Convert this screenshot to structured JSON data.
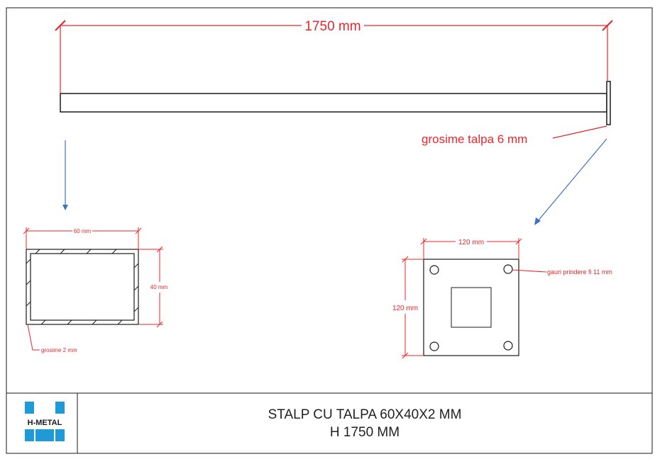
{
  "dimensions": {
    "total_length": "1750 mm",
    "base_thickness": "grosime talpa 6 mm",
    "tube_width": "60 mm",
    "tube_height": "40 mm",
    "wall_thickness": "grosime 2 mm",
    "plate_width": "120 mm",
    "plate_height": "120 mm",
    "holes": "gauri prindere fi 11 mm"
  },
  "title_block": {
    "line1": "STALP CU TALPA 60X40X2 MM",
    "line2": "H 1750 MM",
    "logo_text": "H-METAL"
  },
  "colors": {
    "dimension": "#e8262d",
    "arrow": "#3f6fc6",
    "logo_blue": "#1e9ad6",
    "outline": "#1a1a1a"
  }
}
